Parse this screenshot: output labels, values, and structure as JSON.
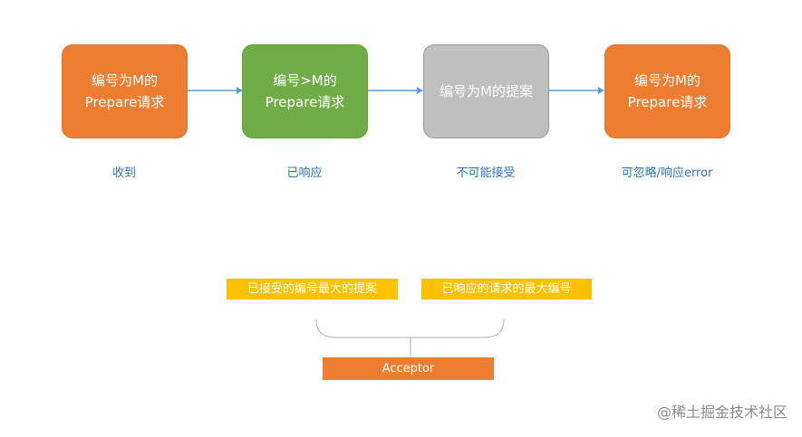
{
  "flow": {
    "steps": [
      {
        "label": "编号为M的\nPrepare请求",
        "color": "#ED7D31",
        "caption": "收到"
      },
      {
        "label": "编号>M的\nPrepare请求",
        "color": "#70AD47",
        "caption": "已响应"
      },
      {
        "label": "编号为M的提案",
        "color": "#BFBFBF",
        "caption": "不可能接受"
      },
      {
        "label": "编号为M的\nPrepare请求",
        "color": "#ED7D31",
        "caption": "可忽略/响应error"
      }
    ],
    "arrow_color": "#5B9BD5"
  },
  "acceptor": {
    "state_tags": [
      "已接受的编号最大的提案",
      "已响应的请求的最大编号"
    ],
    "tag_color": "#FFC000",
    "label": "Acceptor"
  },
  "watermark": "@稀土掘金技术社区"
}
